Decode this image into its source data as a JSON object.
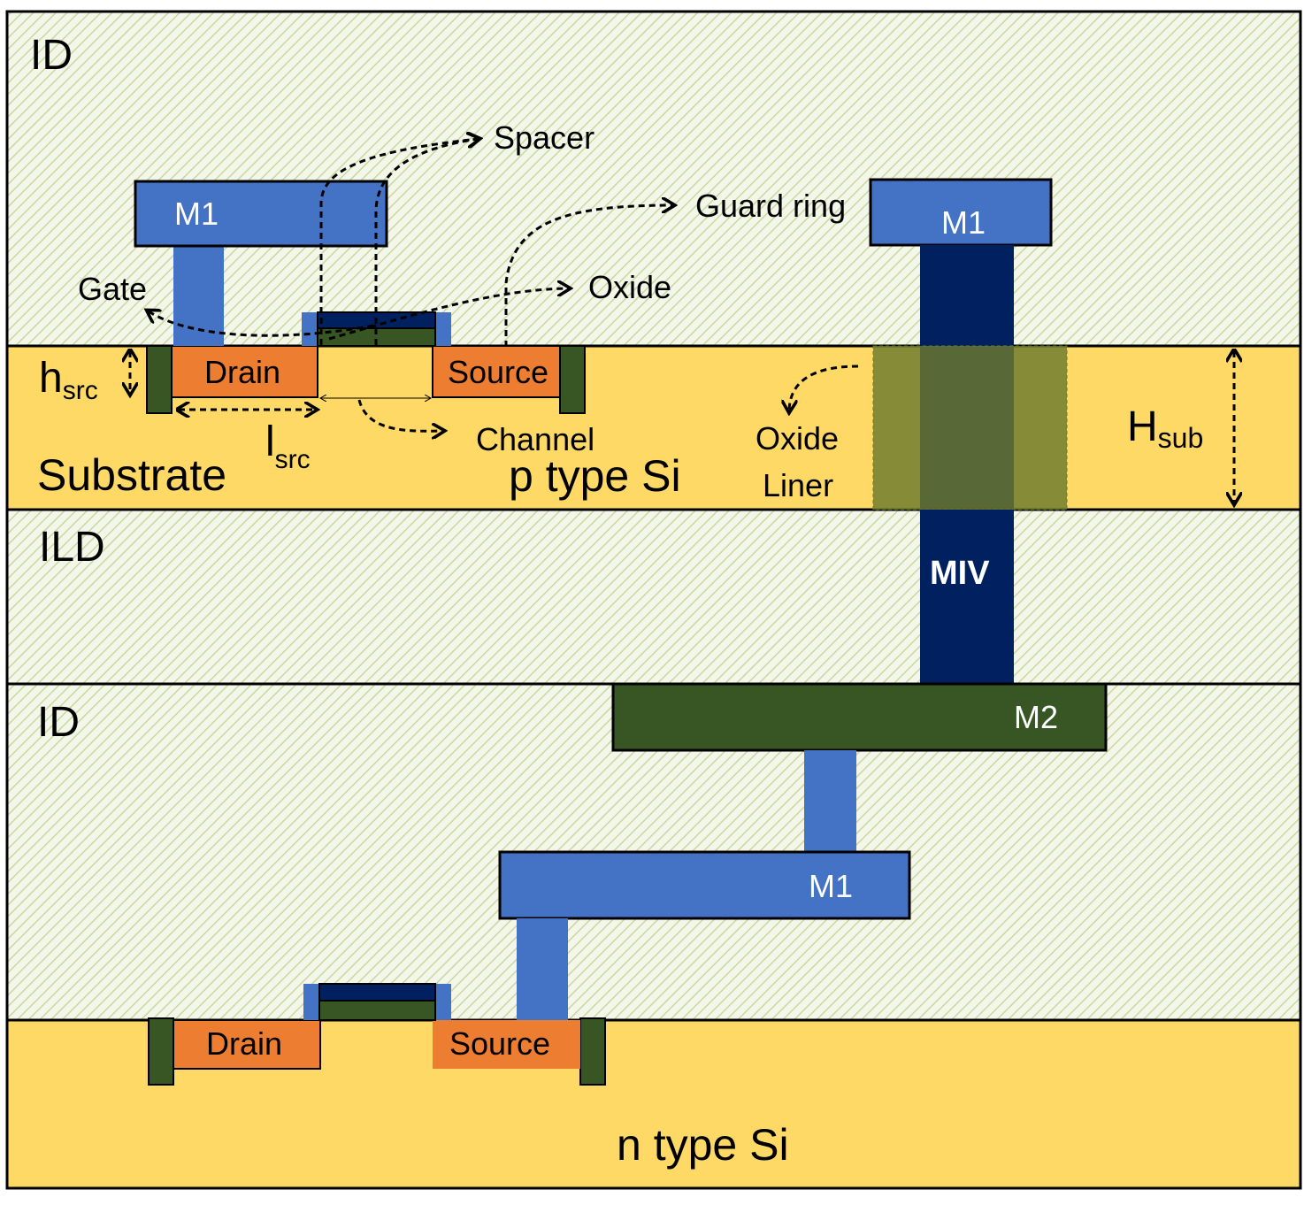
{
  "layers": {
    "top_id": "ID",
    "ild": "ILD",
    "bottom_id": "ID",
    "top_substrate_type": "p type Si",
    "bottom_substrate_type": "n type Si",
    "substrate": "Substrate"
  },
  "top_device": {
    "drain": "Drain",
    "source": "Source",
    "metal1": "M1"
  },
  "via_stack": {
    "metal1": "M1",
    "miv": "MIV",
    "metal2": "M2",
    "oxide_liner_line1": "Oxide",
    "oxide_liner_line2": "Liner"
  },
  "bottom_device": {
    "drain": "Drain",
    "source": "Source",
    "metal1": "M1"
  },
  "annotations": {
    "spacer": "Spacer",
    "guard_ring": "Guard ring",
    "oxide": "Oxide",
    "gate": "Gate",
    "channel": "Channel"
  },
  "dimensions": {
    "h_src_main": "h",
    "h_src_sub": "src",
    "l_src_main": "l",
    "l_src_sub": "src",
    "H_sub_main": "H",
    "H_sub_sub": "sub"
  },
  "colors": {
    "dielectric": "#f3f6e9",
    "dielectric_hatch": "#c9d8a0",
    "silicon": "#ffd966",
    "metal1": "#4472c4",
    "miv": "#002060",
    "metal2_guard": "#375623",
    "source_drain": "#ed7d31",
    "oxide_liner": "#6b7a2e",
    "outline": "#000000"
  }
}
